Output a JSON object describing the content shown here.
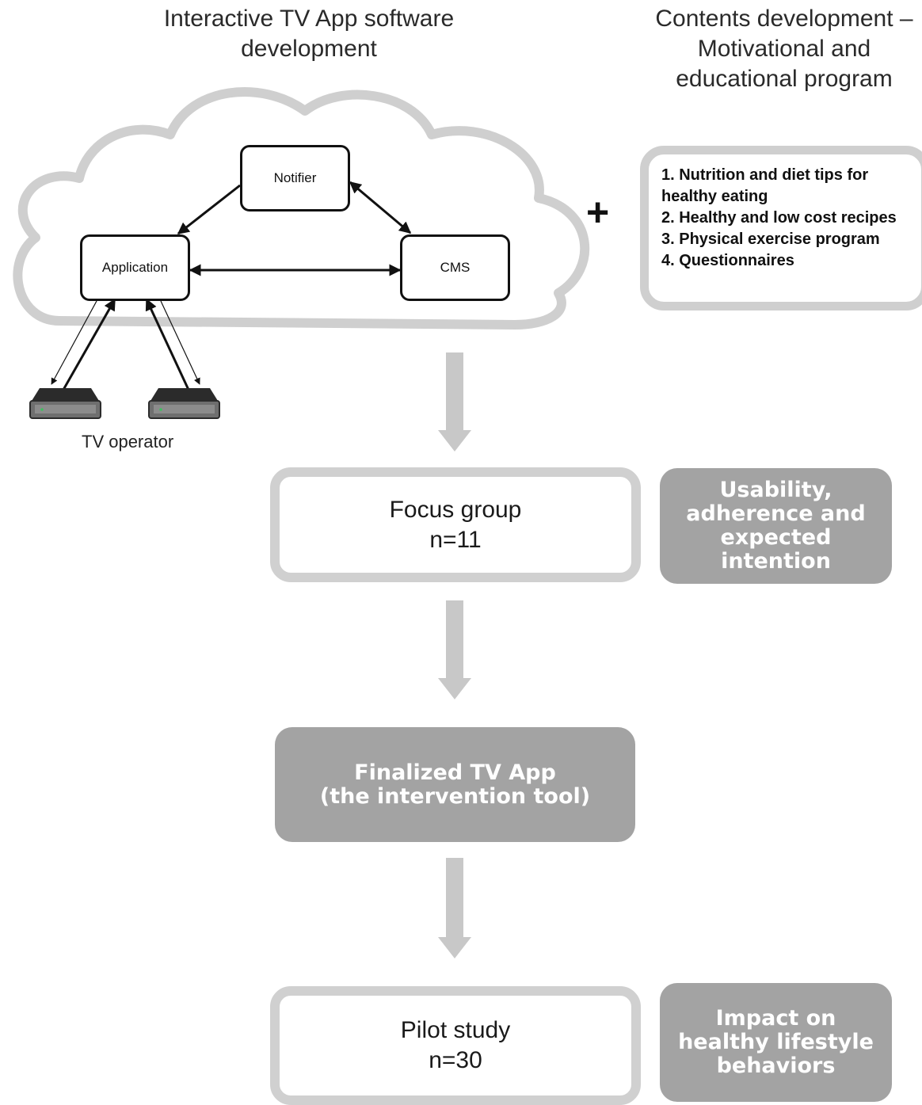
{
  "headings": {
    "software": [
      "Interactive TV App software",
      "development"
    ],
    "contents": [
      "Contents development –",
      "Motivational and",
      "educational program"
    ]
  },
  "nodes": {
    "notifier": "Notifier",
    "application": "Application",
    "cms": "CMS"
  },
  "tv_operator_label": "TV operator",
  "plus_symbol": "+",
  "contents_list": [
    "1. Nutrition and diet tips for healthy eating",
    "2. Healthy and low cost recipes",
    "3. Physical exercise program",
    "4. Questionnaires"
  ],
  "stages": {
    "focus_group": {
      "title": "Focus group",
      "n": "n=11"
    },
    "finalized": {
      "line1": "Finalized TV App",
      "line2": "(the intervention tool)"
    },
    "pilot": {
      "title": "Pilot study",
      "n": "n=30"
    }
  },
  "outcomes": {
    "focus_group": [
      "Usability,",
      "adherence and",
      "expected",
      "intention"
    ],
    "pilot": [
      "Impact on",
      "healthy lifestyle",
      "behaviors"
    ]
  },
  "colors": {
    "cloud_outline": "#cfcfcf",
    "flow_arrow": "#c8c8c8",
    "stage_border": "#d0d0d0",
    "outcome_fill": "#a3a3a3",
    "node_border": "#111111"
  }
}
